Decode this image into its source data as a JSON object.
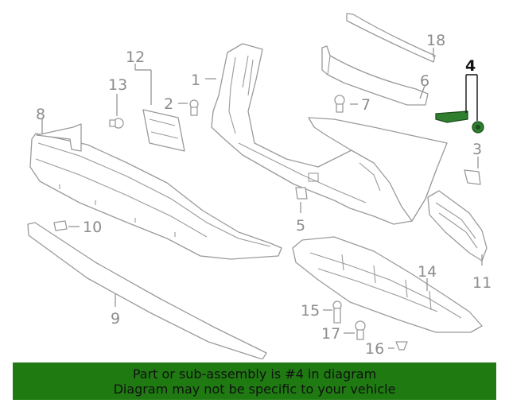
{
  "diagram": {
    "callouts": [
      {
        "label": "1",
        "highlight": false
      },
      {
        "label": "2",
        "highlight": false
      },
      {
        "label": "3",
        "highlight": false
      },
      {
        "label": "4",
        "highlight": true
      },
      {
        "label": "5",
        "highlight": false
      },
      {
        "label": "6",
        "highlight": false
      },
      {
        "label": "7",
        "highlight": false
      },
      {
        "label": "8",
        "highlight": false
      },
      {
        "label": "9",
        "highlight": false
      },
      {
        "label": "10",
        "highlight": false
      },
      {
        "label": "11",
        "highlight": false
      },
      {
        "label": "12",
        "highlight": false
      },
      {
        "label": "13",
        "highlight": false
      },
      {
        "label": "14",
        "highlight": false
      },
      {
        "label": "15",
        "highlight": false
      },
      {
        "label": "16",
        "highlight": false
      },
      {
        "label": "17",
        "highlight": false
      },
      {
        "label": "18",
        "highlight": false
      }
    ],
    "highlight_color": "#2f7f2f"
  },
  "banner": {
    "line1": "Part or sub-assembly is #4 in diagram",
    "line2": "Diagram may not be specific to your vehicle",
    "color": "#1f7a12"
  }
}
